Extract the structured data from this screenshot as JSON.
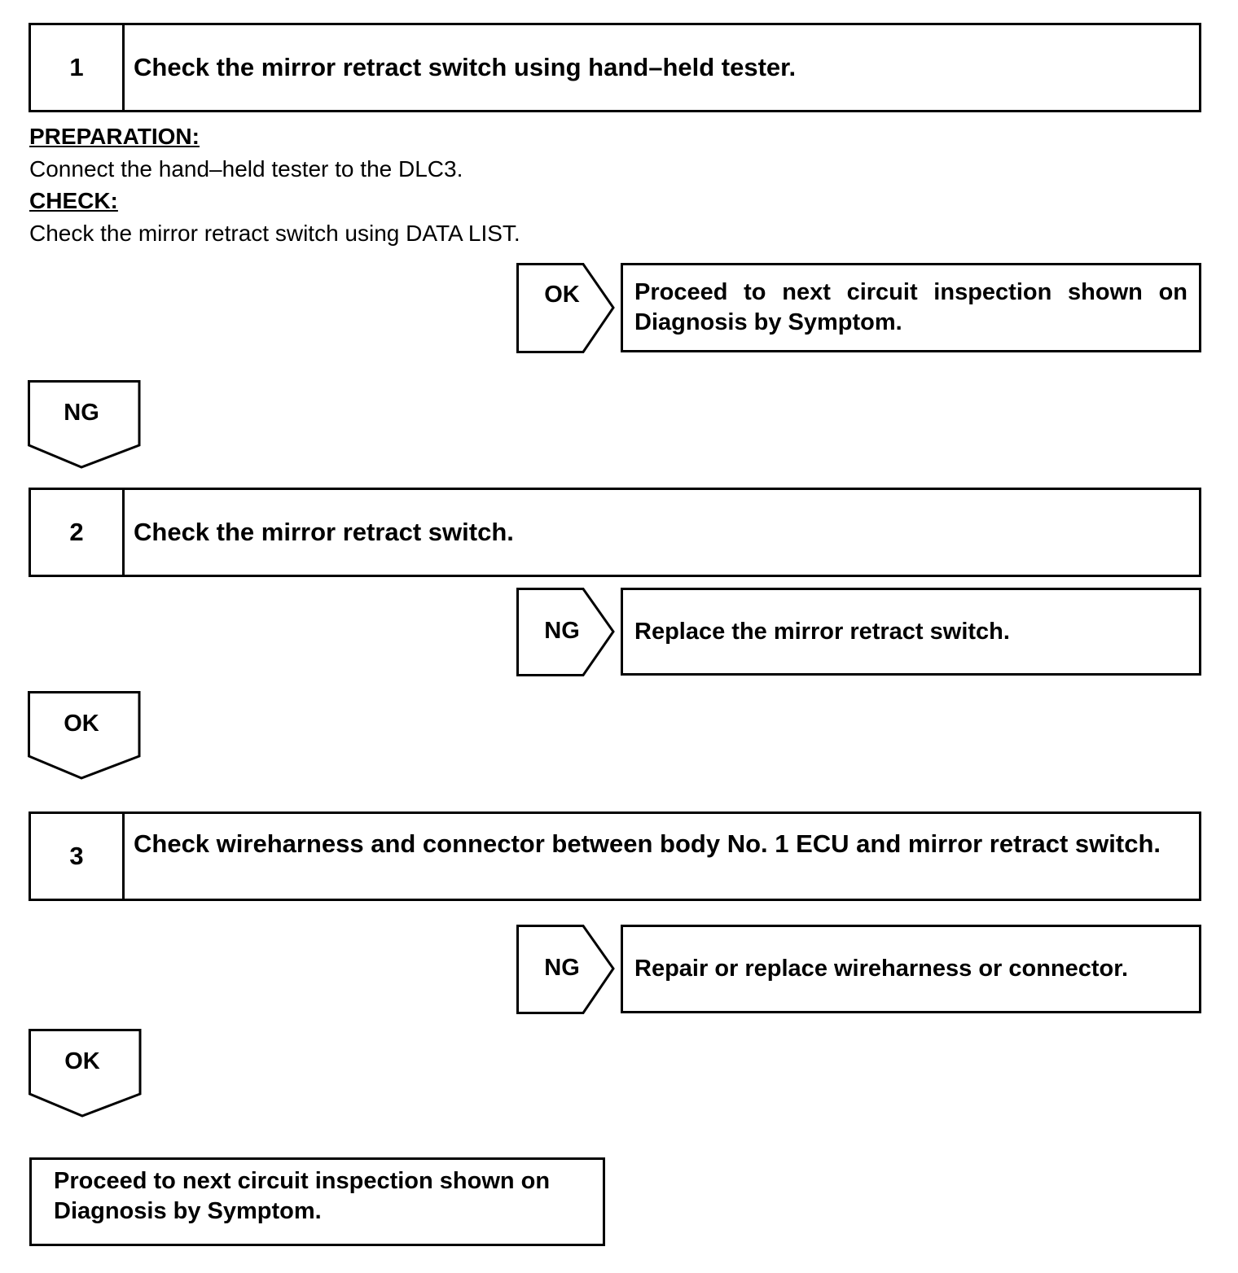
{
  "steps": [
    {
      "number": "1",
      "title": "Check the mirror retract switch using hand–held tester."
    },
    {
      "number": "2",
      "title": "Check the mirror retract switch."
    },
    {
      "number": "3",
      "title": "Check wireharness and connector between body No. 1 ECU and mirror retract switch."
    }
  ],
  "step1_details": {
    "preparation_label": "PREPARATION:",
    "preparation_text": "Connect the hand–held tester to the DLC3.",
    "check_label": "CHECK:",
    "check_text": "Check the mirror retract switch using DATA LIST."
  },
  "branches": [
    {
      "label": "OK",
      "result": "Proceed to next circuit inspection shown on Diagnosis by Symptom."
    },
    {
      "label": "NG",
      "result": "Replace the mirror retract switch."
    },
    {
      "label": "NG",
      "result": "Repair or replace wireharness or connector."
    }
  ],
  "down_arrows": [
    "NG",
    "OK",
    "OK"
  ],
  "final_result": "Proceed to next circuit inspection shown on Diagnosis by Symptom."
}
